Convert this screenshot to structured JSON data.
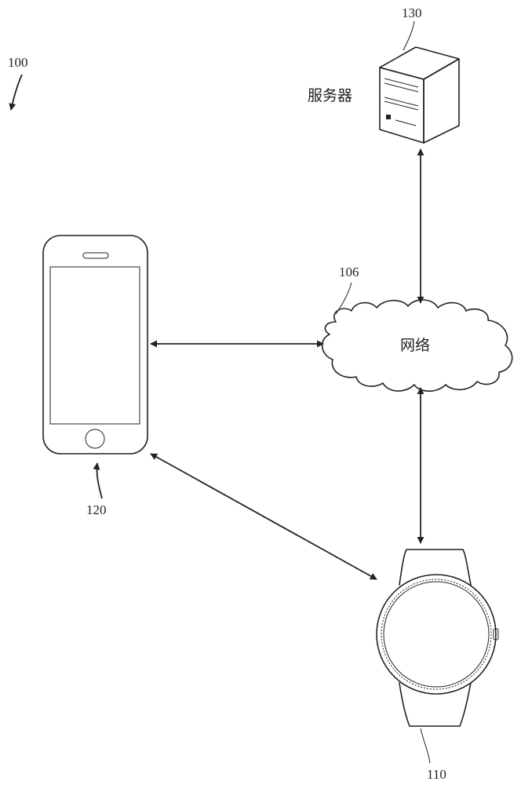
{
  "figure": {
    "ref_system": "100",
    "server": {
      "ref": "130",
      "label": "服务器"
    },
    "network": {
      "ref": "106",
      "label": "网络"
    },
    "phone": {
      "ref": "120"
    },
    "watch": {
      "ref": "110"
    }
  }
}
